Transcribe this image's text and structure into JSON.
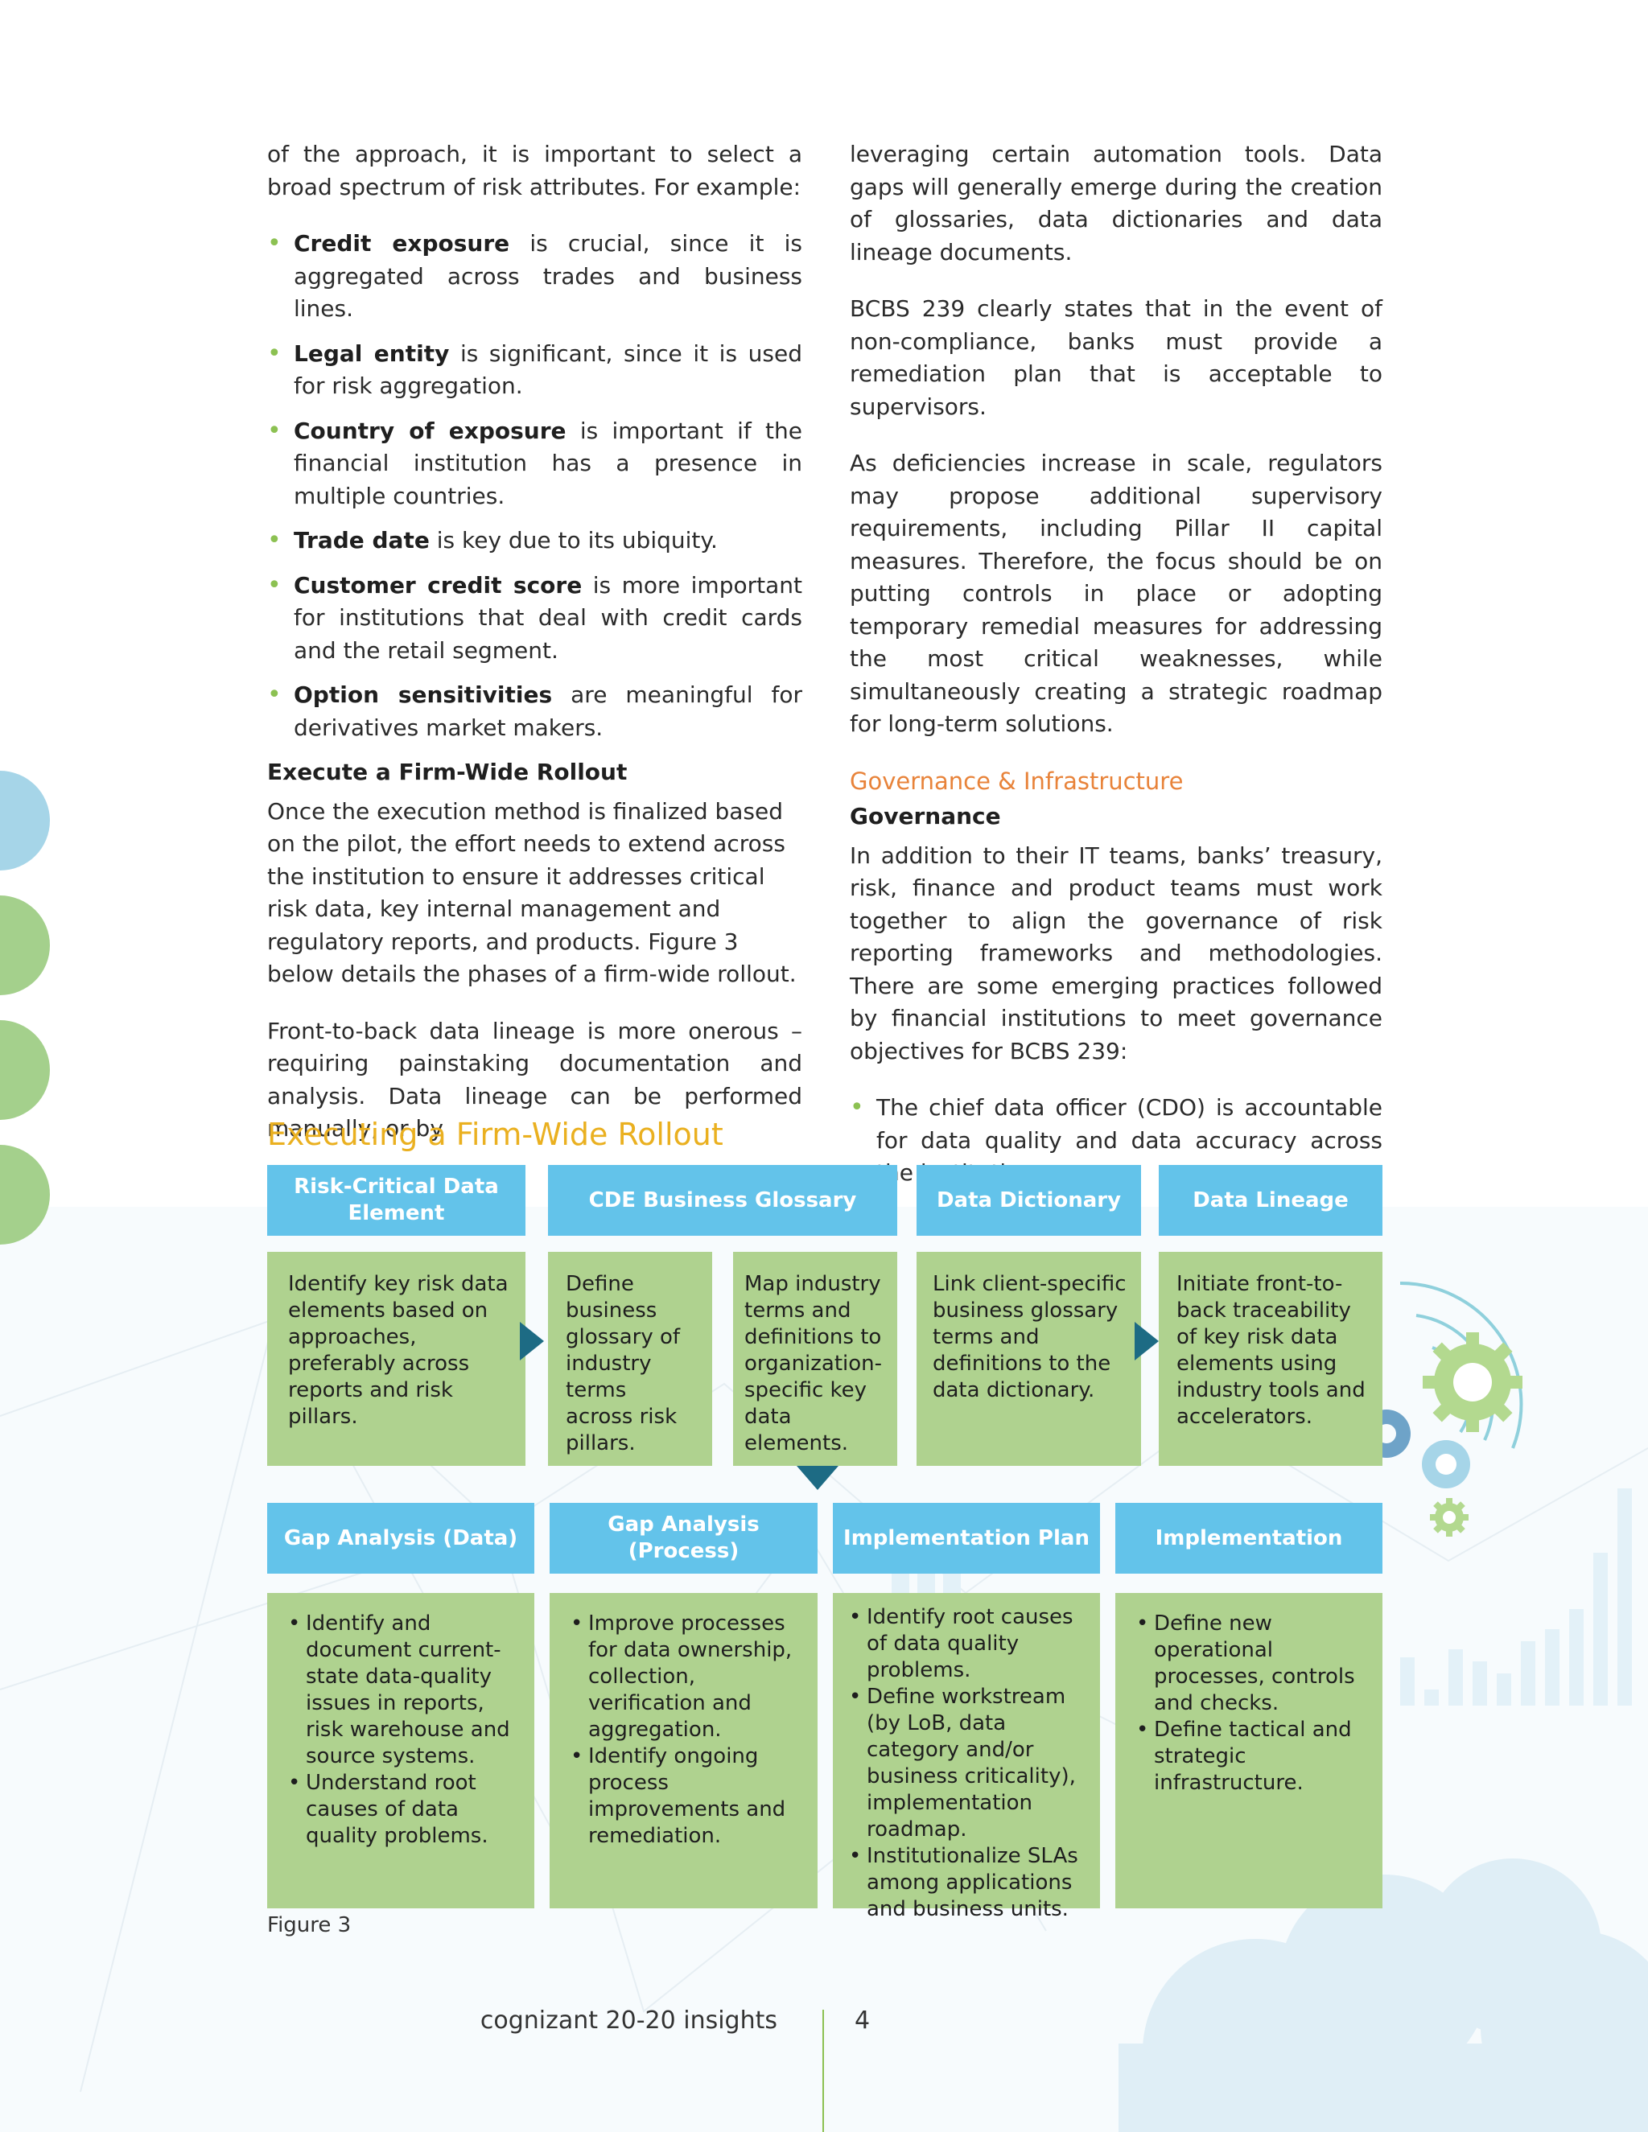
{
  "left": {
    "intro": "of the approach, it is important to select a broad spectrum of risk attributes. For example:",
    "bullets": [
      {
        "term": "Credit exposure",
        "text": " is crucial, since it is aggregated across trades and business lines."
      },
      {
        "term": "Legal entity",
        "text": " is significant, since it is used for risk aggregation."
      },
      {
        "term": "Country of exposure",
        "text": " is important if the financial institution has a presence in multiple countries."
      },
      {
        "term": "Trade date",
        "text": " is key due to its ubiquity."
      },
      {
        "term": "Customer credit score",
        "text": " is more important for institutions that deal with credit cards and the retail segment."
      },
      {
        "term": "Option sensitivities",
        "text": " are meaningful for derivatives market makers."
      }
    ],
    "rollout_heading": "Execute a Firm-Wide Rollout",
    "rollout_para": "Once the execution method is finalized based on the pilot, the effort needs to extend across the institution to ensure it addresses critical risk data, key internal management and regulatory reports, and products. Figure 3 below details the phases of a firm-wide rollout.",
    "lineage_para": "Front-to-back data lineage is more onerous – requiring painstaking documentation and analysis. Data lineage can be performed manually, or by"
  },
  "right": {
    "p1": "leveraging certain automation tools. Data gaps will generally emerge during the creation of glossaries, data dictionaries and data lineage documents.",
    "p2": "BCBS 239 clearly states that in the event of non-compliance, banks must provide a remediation plan that is acceptable to supervisors.",
    "p3": "As deficiencies increase in scale, regulators may propose additional supervisory requirements, including Pillar II capital measures. Therefore, the focus should be on putting controls in place or adopting temporary remedial measures for addressing the most critical weaknesses, while simultaneously creating a strategic roadmap for long-term solutions.",
    "section": "Governance & Infrastructure",
    "subhead": "Governance",
    "p4": "In addition to their IT teams, banks’ treasury, risk, finance and product teams must work together to align the governance of risk reporting frameworks and methodologies. There are some emerging practices followed by financial institutions to meet governance objectives for BCBS 239:",
    "bullet": "The chief data officer (CDO) is accountable for data quality and data accuracy across the institution."
  },
  "figure": {
    "title": "Executing a Firm-Wide Rollout",
    "row1_headers": [
      "Risk-Critical Data Element",
      "CDE Business Glossary",
      "Data Dictionary",
      "Data Lineage"
    ],
    "row1_boxes": [
      "Identify key risk data elements based on approaches, preferably across reports and risk pillars.",
      "Define business glossary of industry terms across risk pillars.",
      "Map industry terms and definitions to organization-specific key data elements.",
      "Link client-specific business glossary terms and definitions to the data dictionary.",
      "Initiate front-to-back traceability of key risk data elements using industry tools and accelerators."
    ],
    "row2_headers": [
      "Gap Analysis (Data)",
      "Gap Analysis (Process)",
      "Implementation Plan",
      "Implementation"
    ],
    "row2_boxes": [
      [
        "Identify and document current-state data-quality issues in reports, risk warehouse and source systems.",
        "Understand root causes of data quality problems."
      ],
      [
        "Improve processes for data ownership, collection, verification and aggregation.",
        "Identify ongoing process improvements and remediation."
      ],
      [
        "Identify root causes of data quality problems.",
        "Define workstream (by LoB, data category and/or business criticality), implementation roadmap.",
        "Institutionalize SLAs among applications and business units."
      ],
      [
        "Define new operational processes, controls and checks.",
        "Define tactical and strategic infrastructure."
      ]
    ],
    "caption": "Figure 3"
  },
  "footer": {
    "brand": "cognizant 20-20 insights",
    "page": "4"
  },
  "colors": {
    "header_blue": "#63c3ea",
    "box_green": "#afd28f",
    "arrow_teal": "#1d6b84",
    "title_gold": "#eab020",
    "section_orange": "#e8833a",
    "bullet_green": "#8cc152"
  }
}
